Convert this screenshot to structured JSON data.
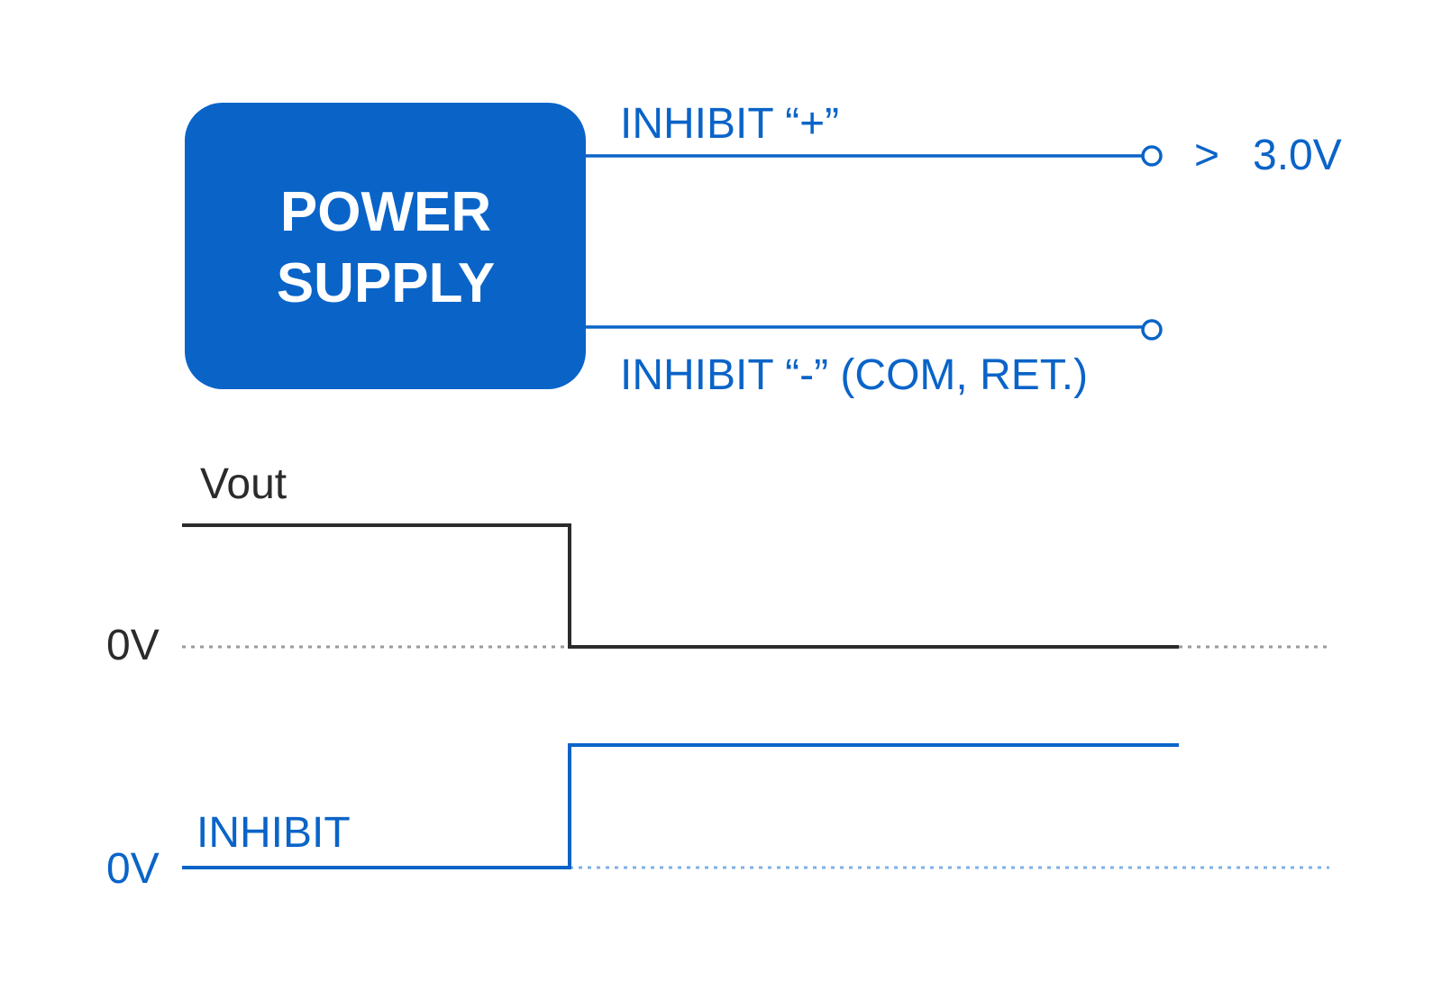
{
  "power_supply": {
    "line1": "POWER",
    "line2": "SUPPLY"
  },
  "terminals": {
    "positive_label": "INHIBIT “+”",
    "negative_label": "INHIBIT “-”  (COM, RET.)",
    "threshold_symbol": ">",
    "threshold_value": "3.0V"
  },
  "waveforms": {
    "vout": {
      "label": "Vout",
      "zero_label": "0V"
    },
    "inhibit": {
      "label": "INHIBIT",
      "zero_label": "0V"
    }
  },
  "colors": {
    "accent_blue": "#0a64c8",
    "trace_dark": "#2b2b2b",
    "dotted_gray": "#9a9a9a",
    "dotted_blue": "#7fb0e6"
  }
}
